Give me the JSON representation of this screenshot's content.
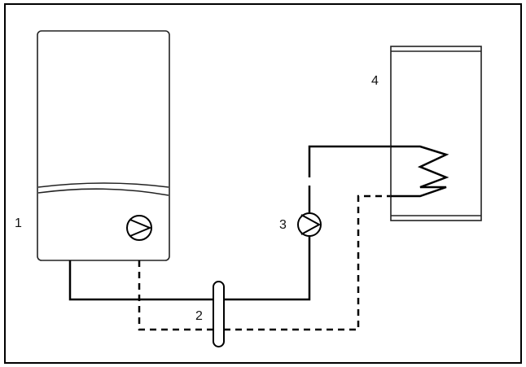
{
  "diagram": {
    "labels": {
      "boiler": "1",
      "separator": "2",
      "pump": "3",
      "cylinder": "4"
    }
  }
}
